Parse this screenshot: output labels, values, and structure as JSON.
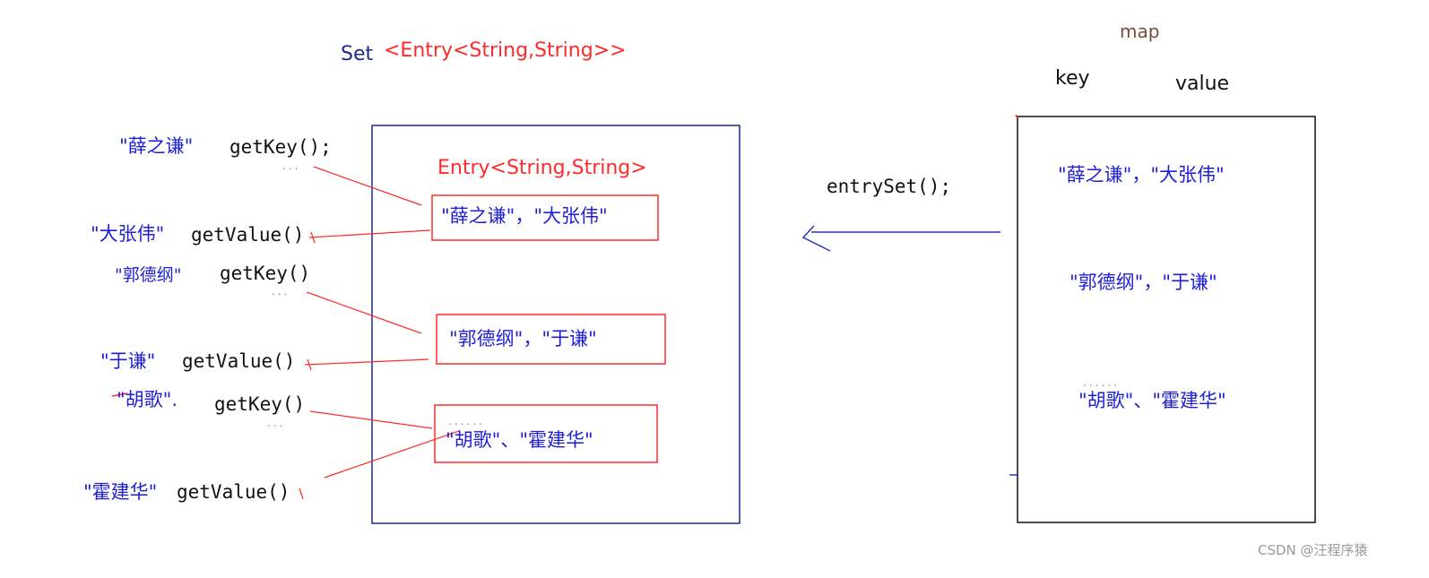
{
  "set_title": {
    "prefix": "Set",
    "generic": "<Entry<String,String>>"
  },
  "map_title": "map",
  "map_columns": {
    "key": "key",
    "value": "value"
  },
  "entry_type_label": "Entry<String,String>",
  "entry_set_call": "entrySet();",
  "entries": [
    {
      "pair": "\"薛之谦\"，\"大张伟\"",
      "key": "\"薛之谦\"",
      "value": "\"大张伟\"",
      "key_call": "getKey();",
      "value_call": "getValue()"
    },
    {
      "pair": "\"郭德纲\"，\"于谦\"",
      "key": "\"郭德纲\"",
      "value": "\"于谦\"",
      "key_call": "getKey()",
      "value_call": "getValue()"
    },
    {
      "pair": "\"胡歌\"、\"霍建华\"",
      "key": "\"胡歌\".",
      "value": "\"霍建华\"",
      "key_call": "getKey()",
      "value_call": "getValue()"
    }
  ],
  "map_entries": [
    "\"薛之谦\"，\"大张伟\"",
    "\"郭德纲\"，\"于谦\"",
    "\"胡歌\"、\"霍建华\""
  ],
  "ellipsis": "......",
  "watermark": "CSDN @汪程序猿",
  "colors": {
    "box_border_navy": "#1c2a8c",
    "entry_box_red": "#ff2a2a",
    "text_blue": "#1f1fd6",
    "arrow_blue": "#2a35b8"
  }
}
